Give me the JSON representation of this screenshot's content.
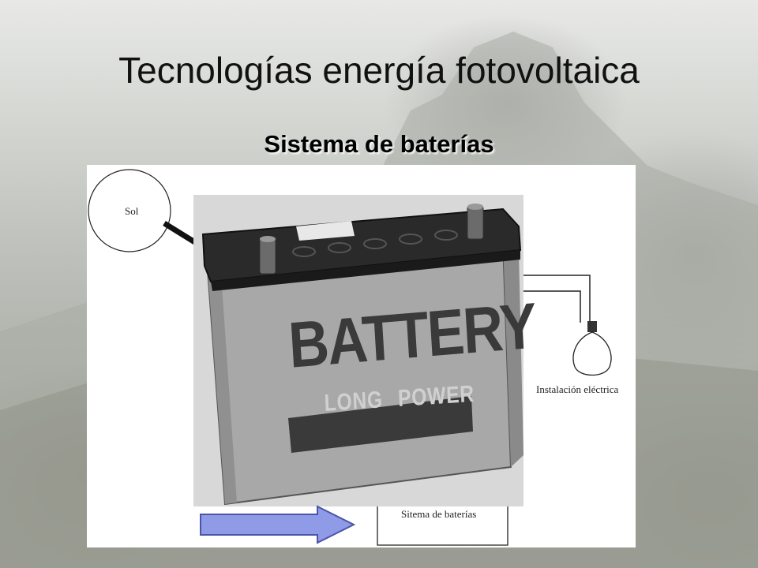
{
  "slide": {
    "title": "Tecnologías energía fotovoltaica",
    "subtitle": "Sistema de baterías"
  },
  "diagram": {
    "sun_label": "Sol",
    "installation_label": "Instalación eléctrica",
    "battery_system_label": "Sitema de baterías"
  },
  "battery_photo": {
    "brand_text": "BATTERY",
    "sub_text": "LONG  POWER"
  },
  "colors": {
    "arrow_fill": "#8f9be6",
    "arrow_stroke": "#4a55a8",
    "battery_case": "#a8a8a8",
    "battery_lid": "#2a2a2a"
  }
}
